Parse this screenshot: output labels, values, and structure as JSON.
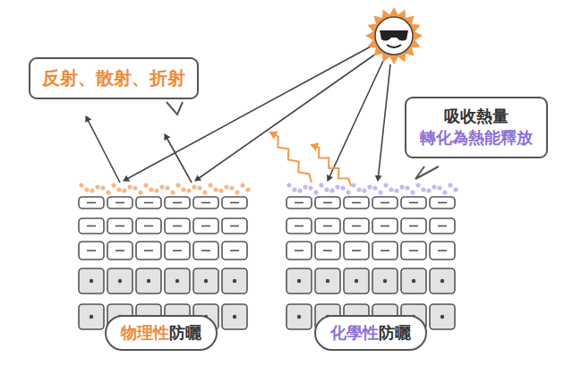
{
  "diagram": {
    "nodes": [
      {
        "text": [
          "反射、散射、折射"
        ]
      },
      {
        "text": [
          "吸收熱量",
          "轉化為熱能釋放"
        ]
      },
      {
        "text": [
          "物理性",
          "防曬"
        ]
      },
      {
        "text": [
          "化學性",
          "防曬"
        ]
      }
    ]
  }
}
